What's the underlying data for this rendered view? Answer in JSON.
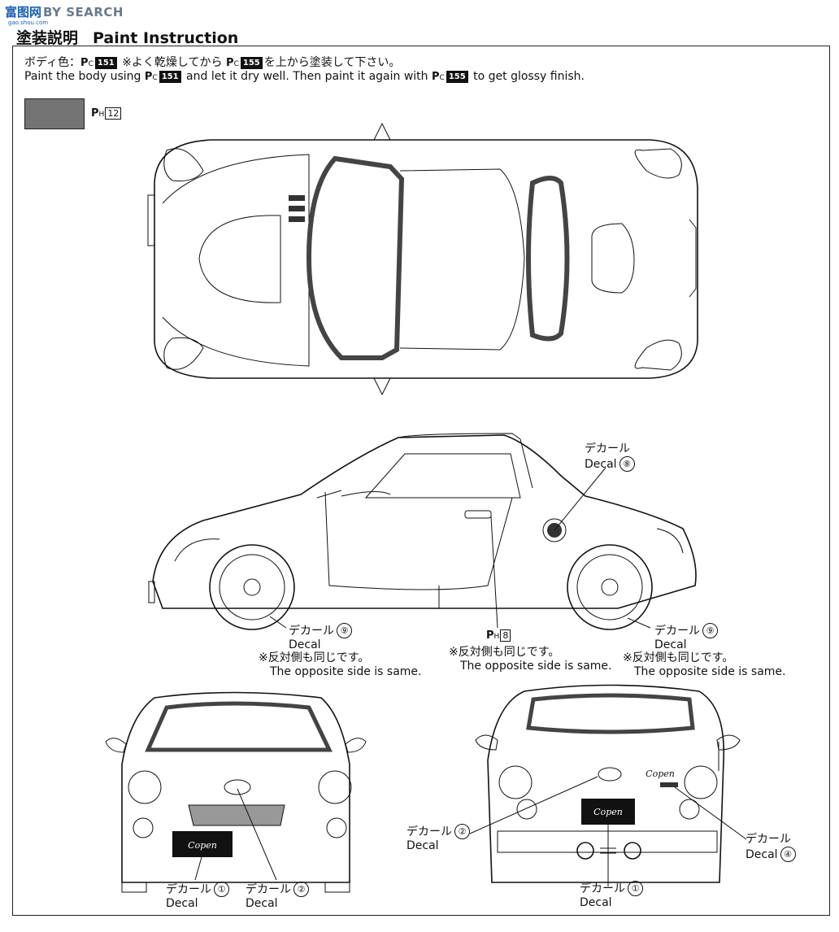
{
  "watermark": {
    "logo_cn": "富图网",
    "logo_en": "BY SEARCH",
    "logo_sub": "gao.shou.com"
  },
  "header": {
    "title_jp": "塗装説明",
    "title_en": "Paint Instruction"
  },
  "instructions": {
    "jp_pre": "ボディ色：",
    "jp_code1": "151",
    "jp_mid": " ※よく乾燥してから",
    "jp_code2": "155",
    "jp_post": "を上から塗装して下さい。",
    "en_pre": "Paint the body using",
    "en_code1": "151",
    "en_mid": "and let it dry well. Then paint it again with",
    "en_code2": "155",
    "en_post": "to get glossy finish."
  },
  "paint_marks": {
    "pc_prefix": "P",
    "pc_sub": "C",
    "ph_prefix": "P",
    "ph_sub": "H"
  },
  "swatch": {
    "code": "12",
    "color": "#737373"
  },
  "callouts": {
    "side_rear_decal": {
      "jp": "デカール",
      "en": "Decal",
      "num": "⑧"
    },
    "wheel_left": {
      "jp": "デカール",
      "en": "Decal",
      "num": "⑨",
      "note_jp": "※反対側も同じです。",
      "note_en": "The opposite side is same."
    },
    "handle": {
      "code": "8",
      "note_jp": "※反対側も同じです。",
      "note_en": "The opposite side is same."
    },
    "wheel_right": {
      "jp": "デカール",
      "en": "Decal",
      "num": "⑨",
      "note_jp": "※反対側も同じです。",
      "note_en": "The opposite side is same."
    },
    "front_plate": {
      "jp": "デカール",
      "en": "Decal",
      "num": "①"
    },
    "front_emblem": {
      "jp": "デカール",
      "en": "Decal",
      "num": "②"
    },
    "rear_emblem": {
      "jp": "デカール",
      "en": "Decal",
      "num": "②"
    },
    "rear_badge": {
      "jp": "デカール",
      "en": "Decal",
      "num": "④"
    },
    "rear_plate": {
      "jp": "デカール",
      "en": "Decal",
      "num": "①"
    }
  },
  "plates": {
    "front_text": "Copen",
    "rear_text": "Copen",
    "rear_script": "Copen"
  }
}
